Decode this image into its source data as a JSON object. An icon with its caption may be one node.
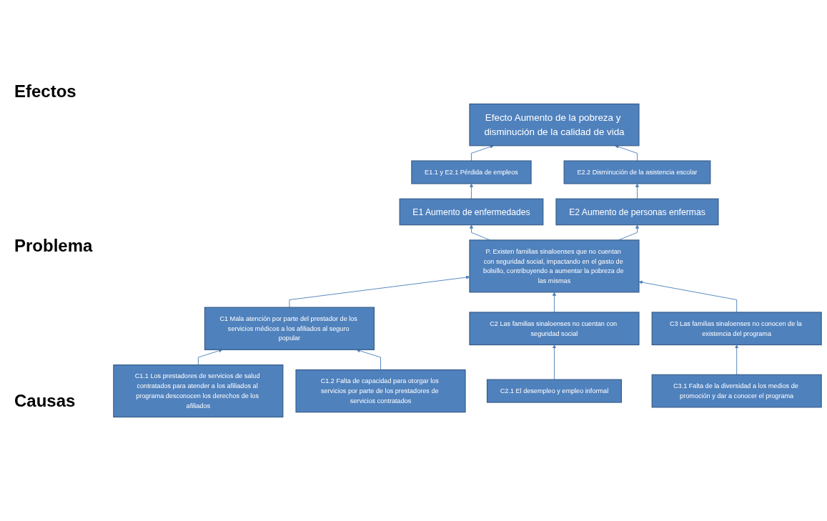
{
  "diagram": {
    "nodes": [
      {
        "text": [
          "Efecto Aumento de la pobreza y disminución de la calidad de vida"
        ]
      },
      {
        "text": [
          "E1.1 y E2.1 Pérdida de empleos"
        ]
      },
      {
        "text": [
          "E2.2 Disminución de la asistencia escolar"
        ]
      },
      {
        "text": [
          "E1 Aumento de enfermedades"
        ]
      },
      {
        "text": [
          "E2 Aumento de personas enfermas"
        ]
      },
      {
        "text": [
          "P. Existen familias sinaloenses que no cuentan con seguridad social, impactando en el gasto de bolsillo, contribuyendo a aumentar la pobreza de las mismas"
        ]
      },
      {
        "text": [
          "C1 Mala atención por parte del prestador de los servicios médicos a los afiliados al seguro popular"
        ]
      },
      {
        "text": [
          "C2 Las familias sinaloenses no cuentan con seguridad social"
        ]
      },
      {
        "text": [
          "C3 Las familias sinaloenses no conocen de la existencia del programa"
        ]
      },
      {
        "text": [
          "C1.1 Los prestadores de servicios de salud contratados para atender a los afiliados al programa desconocen los derechos de los afiliados"
        ]
      },
      {
        "text": [
          "C1.2 Falta de capacidad para otorgar los servicios por parte de los prestadores de servicios contratados"
        ]
      },
      {
        "text": [
          "C2.1 El desempleo y empleo informal"
        ]
      },
      {
        "text": [
          "C3.1 Falta de la diversidad a los medios de promoción y dar a conocer el programa"
        ]
      }
    ],
    "edges": [
      {
        "from": 3,
        "to": 1,
        "arrow": "to"
      },
      {
        "from": 1,
        "to": 0,
        "arrow": "to"
      },
      {
        "from": 4,
        "to": 2,
        "arrow": "to"
      },
      {
        "from": 2,
        "to": 0,
        "arrow": "to"
      },
      {
        "from": 5,
        "to": 3,
        "arrow": "to"
      },
      {
        "from": 5,
        "to": 4,
        "arrow": "to"
      },
      {
        "from": 6,
        "to": 5,
        "arrow": "to"
      },
      {
        "from": 7,
        "to": 5,
        "arrow": "to"
      },
      {
        "from": 8,
        "to": 5,
        "arrow": "to"
      },
      {
        "from": 9,
        "to": 6,
        "arrow": "to"
      },
      {
        "from": 10,
        "to": 6,
        "arrow": "to"
      },
      {
        "from": 11,
        "to": 7,
        "arrow": "to"
      },
      {
        "from": 12,
        "to": 8,
        "arrow": "to"
      }
    ],
    "labels": [
      "Efectos",
      "Problema",
      "Causas"
    ]
  }
}
